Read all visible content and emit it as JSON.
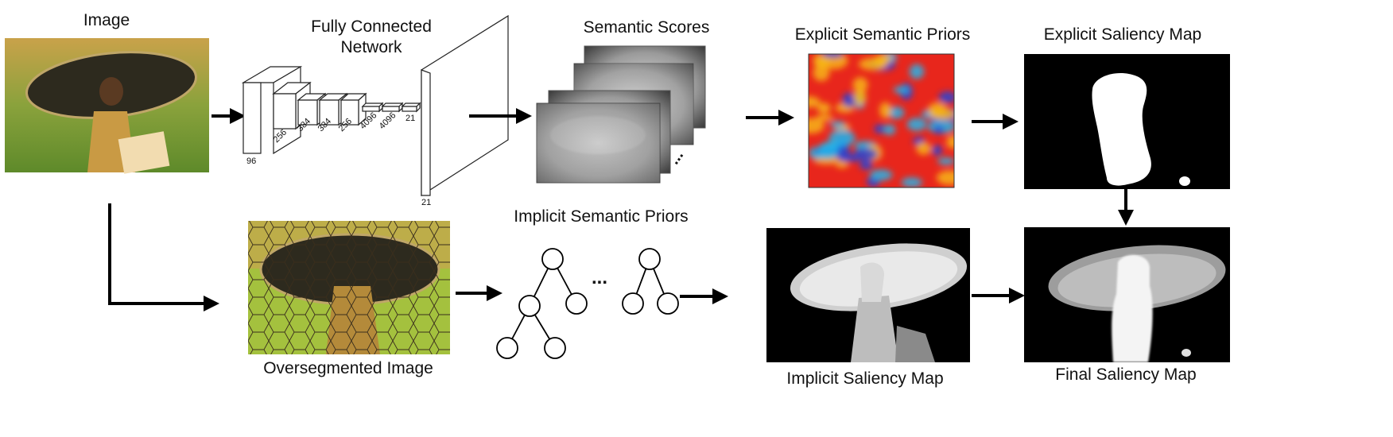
{
  "labels": {
    "image": "Image",
    "fcn_line1": "Fully Connected",
    "fcn_line2": "Network",
    "semantic_scores": "Semantic Scores",
    "explicit_priors": "Explicit Semantic Priors",
    "explicit_saliency": "Explicit Saliency Map",
    "implicit_priors": "Implicit Semantic Priors",
    "oversegmented": "Oversegmented Image",
    "implicit_saliency": "Implicit Saliency Map",
    "final_saliency": "Final Saliency Map",
    "ellipsis_trees": "...",
    "ellipsis_scores": "..."
  },
  "network": {
    "layers": [
      "96",
      "256",
      "384",
      "384",
      "256",
      "4096",
      "4096",
      "21"
    ],
    "output": "21"
  },
  "colors": {
    "arrow": "#000000",
    "heat_hot": "#e8261c",
    "heat_warm": "#f7b514",
    "heat_cool": "#23b5ea",
    "heat_cold": "#2746d6",
    "map_bg": "#000000",
    "map_fg": "#ffffff",
    "grass": "#8aa23c",
    "hat": "#2d2a1e"
  },
  "icons": {
    "input_image": "photo-boy-with-hat",
    "tree": "binary-tree-icon"
  }
}
